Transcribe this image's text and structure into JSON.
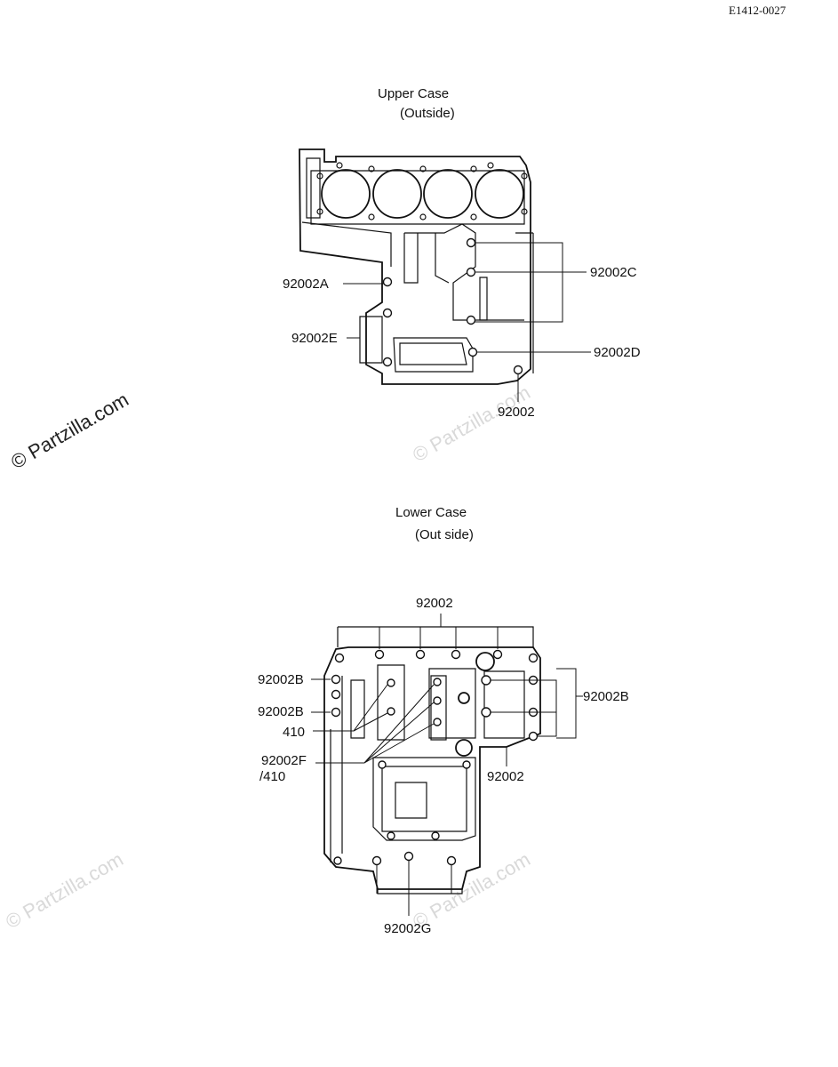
{
  "doc_code": "E1412-0027",
  "watermark": {
    "main": "© Partzilla.com",
    "faint": "© Partzilla.com"
  },
  "upper_case": {
    "title": "Upper Case",
    "subtitle": "(Outside)",
    "labels": {
      "a": "92002A",
      "c": "92002C",
      "e": "92002E",
      "d": "92002D",
      "plain": "92002"
    }
  },
  "lower_case": {
    "title": "Lower Case",
    "subtitle": "(Out side)",
    "labels": {
      "top": "92002",
      "b_left_1": "92002B",
      "b_left_2": "92002B",
      "p410": "410",
      "f410_1": "92002F",
      "f410_2": "/410",
      "b_right": "92002B",
      "right_plain": "92002",
      "g": "92002G"
    }
  }
}
